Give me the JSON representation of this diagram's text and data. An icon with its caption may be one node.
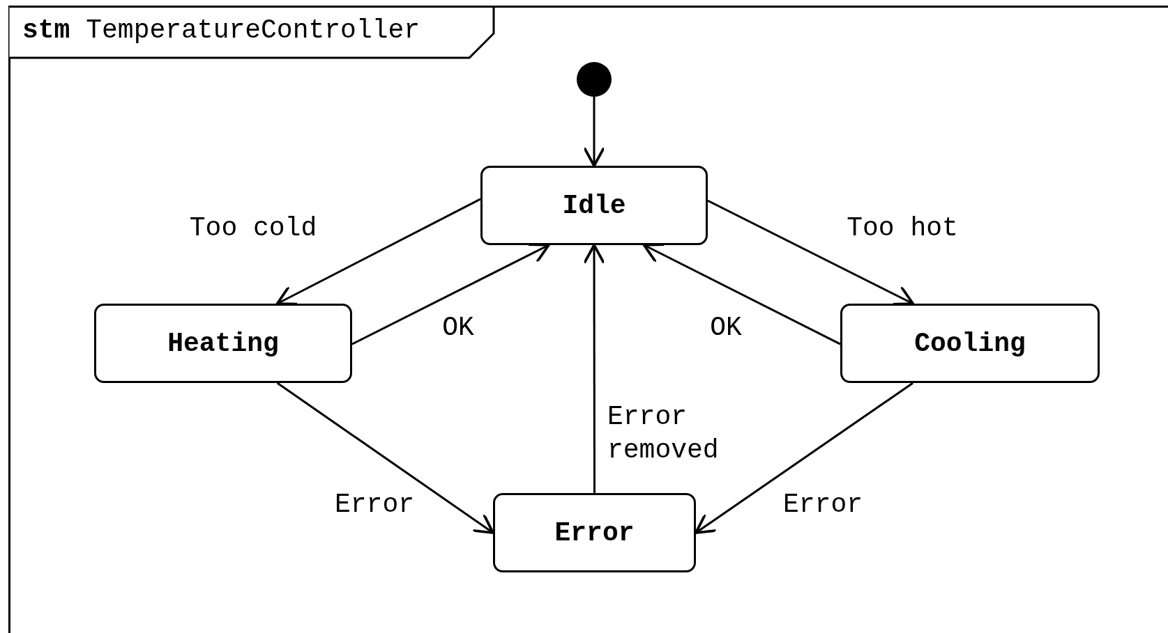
{
  "diagram": {
    "nodes": [
      {
        "text": [
          "**stm** TemperatureController"
        ]
      },
      {
        "text": [],
        "shape": "circle",
        "in": 0
      },
      {
        "text": [
          "Idle"
        ],
        "in": 0
      },
      {
        "text": [
          "Heating"
        ],
        "in": 0
      },
      {
        "text": [
          "Cooling"
        ],
        "in": 0
      },
      {
        "text": [
          "Error"
        ],
        "in": 0
      }
    ],
    "edges": [
      {
        "from": 1,
        "to": 2,
        "arrow": "to"
      },
      {
        "from": 2,
        "to": 3,
        "arrow": "to",
        "label": "Too cold"
      },
      {
        "from": 3,
        "to": 2,
        "arrow": "to",
        "label": "OK"
      },
      {
        "from": 2,
        "to": 4,
        "arrow": "to",
        "label": "Too hot"
      },
      {
        "from": 4,
        "to": 2,
        "arrow": "to",
        "label": "OK"
      },
      {
        "from": 3,
        "to": 5,
        "arrow": "to",
        "label": "Error"
      },
      {
        "from": 4,
        "to": 5,
        "arrow": "to",
        "label": "Error"
      },
      {
        "from": 5,
        "to": 2,
        "arrow": "to",
        "label": "Error removed"
      }
    ]
  }
}
